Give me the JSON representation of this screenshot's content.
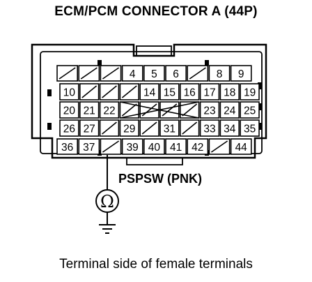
{
  "title": "ECM/PCM CONNECTOR A (44P)",
  "caption": "Terminal side of female terminals",
  "wire_label": "PSPSW (PNK)",
  "sensor_symbol": "Ω",
  "pins": {
    "row1": [
      "",
      "",
      "",
      "4",
      "5",
      "6",
      "",
      "8",
      "9"
    ],
    "row2": [
      "10",
      "",
      "",
      "",
      "14",
      "15",
      "16",
      "17",
      "18",
      "19"
    ],
    "row3": [
      "20",
      "21",
      "22",
      "",
      "",
      "",
      "",
      "23",
      "24",
      "25"
    ],
    "row4": [
      "26",
      "27",
      "",
      "29",
      "",
      "31",
      "",
      "33",
      "34",
      "35"
    ],
    "row5": [
      "36",
      "37",
      "",
      "39",
      "40",
      "41",
      "42",
      "",
      "44"
    ]
  },
  "colors": {
    "line": "#000000",
    "background": "#ffffff"
  },
  "icons": [
    "ohm-sensor-icon",
    "ground-icon"
  ]
}
